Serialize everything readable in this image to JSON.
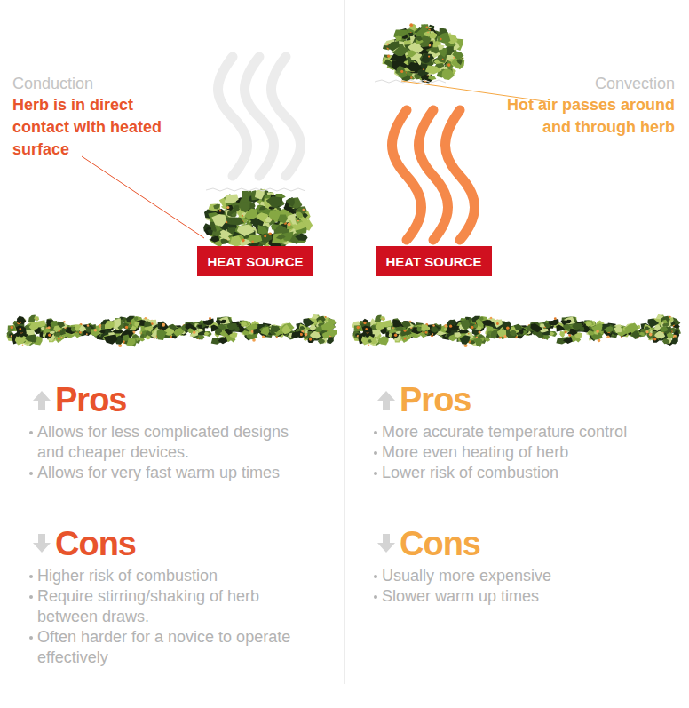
{
  "diagram": {
    "nodes": [
      {
        "text": [
          "HEAT SOURCE"
        ]
      },
      {
        "text": [
          "HEAT SOURCE"
        ]
      }
    ],
    "labels": [
      "Conduction",
      "Herb is in direct contact with heated surface",
      "Convection",
      "Hot air passes around and through herb",
      "Pros",
      "Allows for less complicated designs and cheaper devices.",
      "Allows for very fast warm up times",
      "Cons",
      "Higher risk of combustion",
      "Require stirring/shaking of herb between draws.",
      "Often harder for a novice to operate effectively",
      "Pros",
      "More accurate temperature control",
      "More even heating of herb",
      "Lower risk of combustion",
      "Cons",
      "Usually more expensive",
      "Slower warm up times"
    ]
  }
}
